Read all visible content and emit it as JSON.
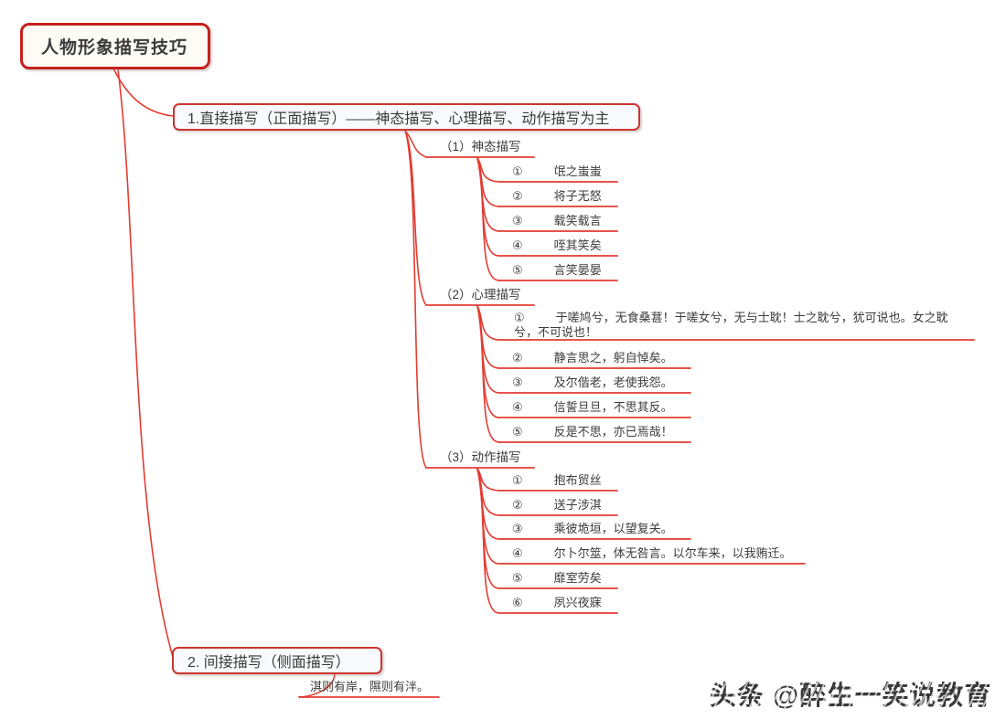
{
  "root": {
    "label": "人物形象描写技巧"
  },
  "branch1": {
    "label": "1.直接描写（正面描写）——神态描写、心理描写、动作描写为主",
    "groups": [
      {
        "label": "（1）神态描写",
        "items": [
          {
            "num": "①",
            "text": "氓之蚩蚩"
          },
          {
            "num": "②",
            "text": "将子无怒"
          },
          {
            "num": "③",
            "text": "载笑载言"
          },
          {
            "num": "④",
            "text": "咥其笑矣"
          },
          {
            "num": "⑤",
            "text": "言笑晏晏"
          }
        ]
      },
      {
        "label": "（2）心理描写",
        "items": [
          {
            "num": "①",
            "text": "于嗟鸠兮，无食桑葚！于嗟女兮，无与士耽！士之耽兮，犹可说也。女之耽兮，不可说也！"
          },
          {
            "num": "②",
            "text": "静言思之，躬自悼矣。"
          },
          {
            "num": "③",
            "text": "及尔偕老，老使我怨。"
          },
          {
            "num": "④",
            "text": "信誓旦旦，不思其反。"
          },
          {
            "num": "⑤",
            "text": "反是不思，亦已焉哉！"
          }
        ]
      },
      {
        "label": "（3）动作描写",
        "items": [
          {
            "num": "①",
            "text": "抱布贸丝"
          },
          {
            "num": "②",
            "text": "送子涉淇"
          },
          {
            "num": "③",
            "text": "乘彼垝垣，以望复关。"
          },
          {
            "num": "④",
            "text": "尔卜尔筮，体无咎言。以尔车来，以我贿迁。"
          },
          {
            "num": "⑤",
            "text": "靡室劳矣"
          },
          {
            "num": "⑥",
            "text": "夙兴夜寐"
          }
        ]
      }
    ]
  },
  "branch2": {
    "label": "2. 间接描写（侧面描写）",
    "items": [
      {
        "text": "淇则有岸，隰则有泮。"
      }
    ]
  },
  "watermark": {
    "text": "头条 @醉生一笑说教育"
  },
  "colors": {
    "connector_red": "#e23c33",
    "box_border_red": "#cb342e",
    "root_border_red": "#c5211c",
    "box_fill": "#f8fafd",
    "text": "#3b3b3b",
    "watermark_gray": "#3d3d3d"
  }
}
